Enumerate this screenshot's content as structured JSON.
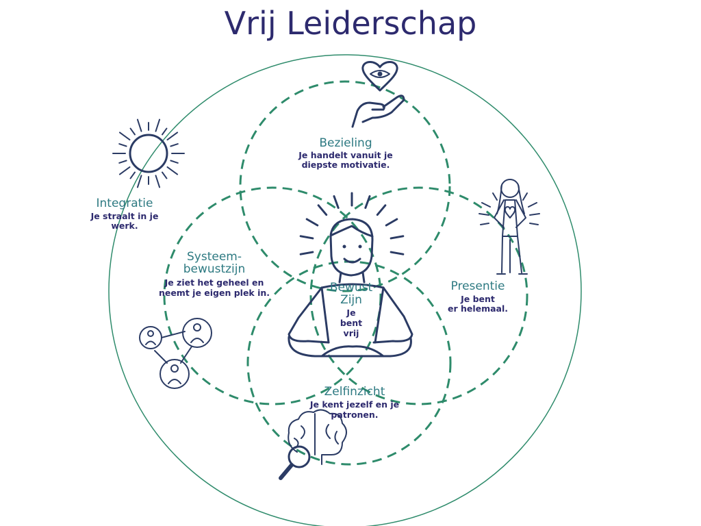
{
  "title": "Vrij Leiderschap",
  "colors": {
    "title": "#2d2a6e",
    "heading": "#2e7a82",
    "text": "#2d2a6e",
    "circles": "#2e8b6b",
    "ink": "#2b3b64"
  },
  "elements": {
    "integratie": {
      "heading": [
        "Integratie"
      ],
      "text": [
        "Je straalt in je",
        "werk."
      ],
      "icon": "sun-icon"
    },
    "bezieling": {
      "heading": [
        "Bezieling"
      ],
      "text": [
        "Je handelt vanuit je",
        "diepste motivatie."
      ],
      "icon": "heart-eye-hand-icon"
    },
    "presentie": {
      "heading": [
        "Presentie"
      ],
      "text": [
        "Je bent",
        "er helemaal."
      ],
      "icon": "confident-person-icon"
    },
    "systeembewustzijn": {
      "heading": [
        "Systeem-",
        "bewustzijn"
      ],
      "text": [
        "Je ziet het geheel en",
        "neemt je eigen plek in."
      ],
      "icon": "network-people-icon"
    },
    "zelfinzicht": {
      "heading": [
        "Zelfinzicht"
      ],
      "text": [
        "Je kent jezelf en je",
        "patronen."
      ],
      "icon": "brain-magnifier-icon"
    },
    "bewust_zijn": {
      "heading": [
        "Bewust",
        "Zijn"
      ],
      "text": [
        "Je",
        "bent",
        "vrij"
      ],
      "icon": "meditating-person-icon"
    }
  }
}
